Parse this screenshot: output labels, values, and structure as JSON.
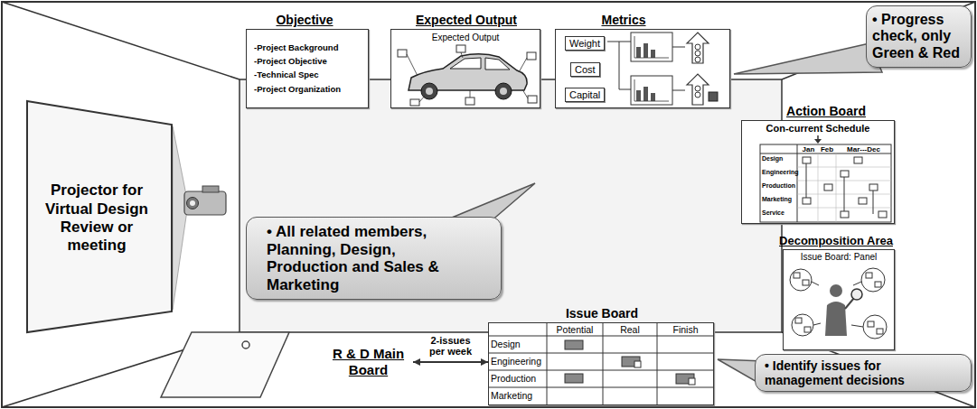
{
  "diagram": {
    "nodes": [
      {
        "text": [
          "Objective",
          "-Project Background",
          "-Project Objective",
          "-Technical Spec",
          "-Project Organization"
        ]
      },
      {
        "text": [
          "Expected Output",
          "Expected Output"
        ]
      },
      {
        "text": [
          "Metrics"
        ]
      },
      {
        "text": [
          "Weight"
        ],
        "in": 2
      },
      {
        "text": [
          "Cost"
        ],
        "in": 2
      },
      {
        "text": [
          "Capital"
        ],
        "in": 2
      },
      {
        "text": [
          "• Progress check, only Green & Red"
        ]
      },
      {
        "text": [
          "Projector for Virtual Design Review or meeting"
        ]
      },
      {
        "text": [
          "Action Board",
          "Con-current Schedule"
        ]
      },
      {
        "text": [
          "• All related members, Planning, Design, Production and Sales & Marketing"
        ]
      },
      {
        "text": [
          "Decomposition Area",
          "Issue Board: Panel"
        ]
      },
      {
        "text": [
          "R & D Main Board"
        ]
      },
      {
        "text": [
          "Issue Board"
        ]
      },
      {
        "text": [
          "• Identify issues for management decisions"
        ]
      }
    ],
    "edges": [
      {
        "from": 11,
        "to": 12,
        "arrow": "both",
        "label": "2-issues per week"
      }
    ],
    "labels": [
      "Jan",
      "Feb",
      "Mar---Dec",
      "Design",
      "Engineering",
      "Production",
      "Marketing",
      "Service",
      "Potential",
      "Real",
      "Finish",
      "Design",
      "Engineering",
      "Production",
      "Marketing"
    ]
  }
}
